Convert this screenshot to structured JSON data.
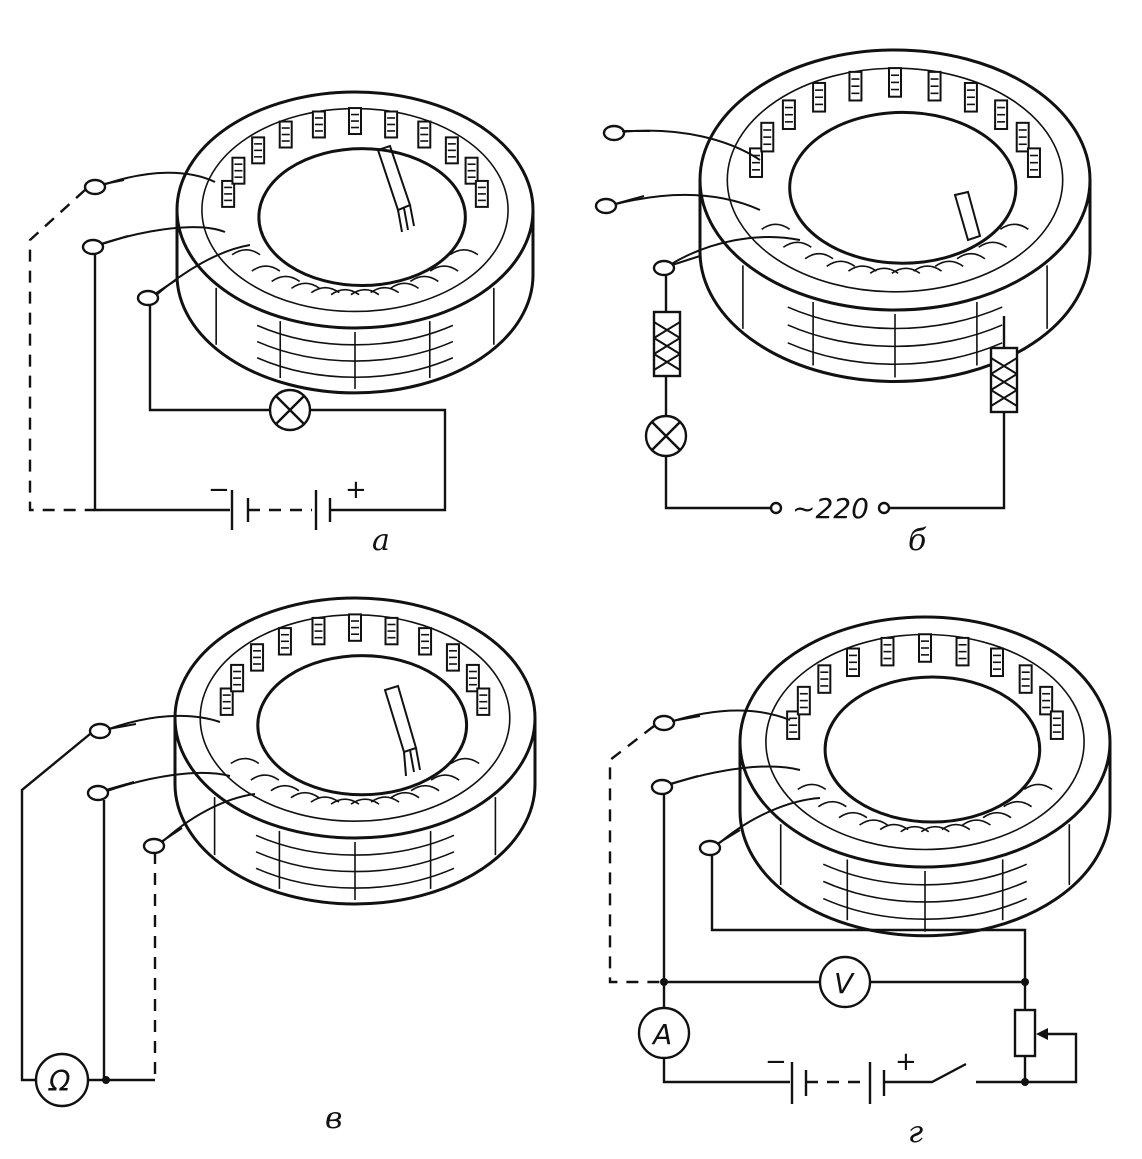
{
  "panels": [
    {
      "id": "a",
      "caption": "а",
      "symbols": {
        "battery_minus": "−",
        "battery_plus": "+"
      }
    },
    {
      "id": "b",
      "caption": "б",
      "symbols": {
        "supply": "~220"
      }
    },
    {
      "id": "v",
      "caption": "в",
      "symbols": {
        "ohmmeter": "Ω"
      }
    },
    {
      "id": "g",
      "caption": "г",
      "symbols": {
        "voltmeter": "V",
        "ammeter": "A",
        "battery_minus": "−",
        "battery_plus": "+"
      }
    }
  ]
}
